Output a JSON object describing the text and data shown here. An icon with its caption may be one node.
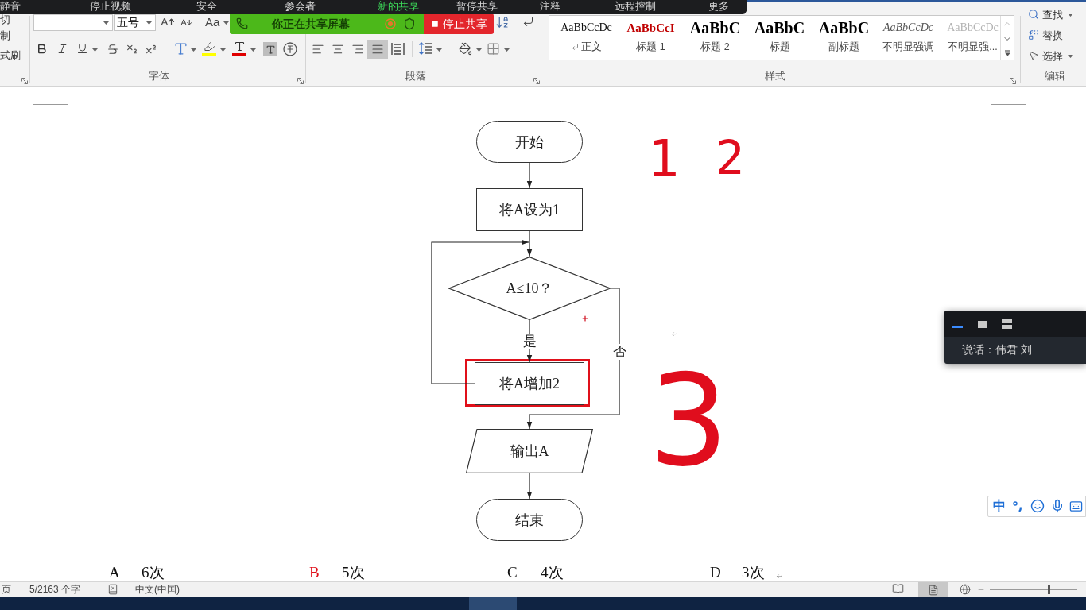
{
  "diagram": {
    "nodes": [
      {
        "text": [
          "开始"
        ]
      },
      {
        "text": [
          "将A设为1"
        ]
      },
      {
        "text": [
          "A≤10？"
        ]
      },
      {
        "text": [
          "将A增加2"
        ]
      },
      {
        "text": [
          "输出A"
        ]
      },
      {
        "text": [
          "结束"
        ]
      }
    ],
    "edges": [
      {
        "from": 0,
        "to": 1,
        "arrow": "to"
      },
      {
        "from": 1,
        "to": 2,
        "arrow": "to"
      },
      {
        "from": 2,
        "to": 3,
        "arrow": "to",
        "label": "是"
      },
      {
        "from": 3,
        "to": 2,
        "arrow": "to"
      },
      {
        "from": 2,
        "to": 4,
        "arrow": "to",
        "label": "否"
      },
      {
        "from": 4,
        "to": 5,
        "arrow": "to"
      }
    ],
    "labels": [
      "静音",
      "停止视频",
      "安全",
      "参会者",
      "新的共享",
      "暂停共享",
      "注释",
      "远程控制",
      "更多",
      "切",
      "五号",
      "Aa",
      "你正在共享屏幕",
      "停止共享",
      "AaBbCcDc",
      "AaBbCcI",
      "AaBbC",
      "AaBbC",
      "AaBbC",
      "AaBbCcDc",
      "AaBbCcDc",
      "查找",
      "制",
      "替换",
      "式刷",
      "正文",
      "标题 1",
      "标题 2",
      "标题",
      "副标题",
      "不明显强调",
      "不明显强...",
      "选择",
      "字体",
      "段落",
      "样式",
      "编辑",
      "1",
      "2",
      "说话：伟君 刘",
      "3",
      "中",
      "A",
      "6次",
      "B",
      "5次",
      "C",
      "4次",
      "D",
      "3次",
      "页",
      "5/2163 个字",
      "中文(中国)"
    ]
  }
}
